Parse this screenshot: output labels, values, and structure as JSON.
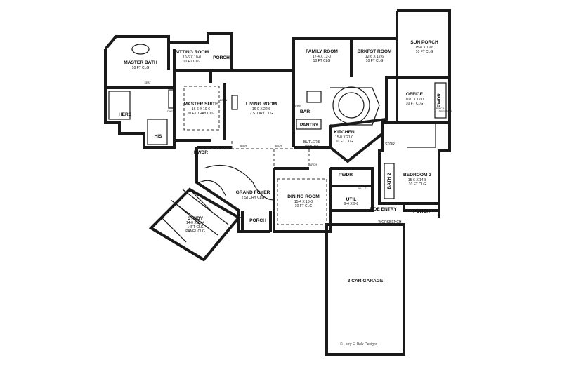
{
  "credit": "© Larry E. Belk Designs",
  "rooms": {
    "master_bath": {
      "name": "MASTER BATH",
      "d1": "10 FT CLG"
    },
    "sitting_room": {
      "name": "SITTING ROOM",
      "d1": "10-6 X 10-0",
      "d2": "10 FT CLG"
    },
    "porch_top": {
      "name": "PORCH"
    },
    "hers": {
      "name": "HERS"
    },
    "his": {
      "name": "HIS"
    },
    "master_suite": {
      "name": "MASTER SUITE",
      "d1": "16-6 X 19-6",
      "d2": "10 FT TRAY CLG"
    },
    "living_room": {
      "name": "LIVING ROOM",
      "d1": "16-0 X 22-6",
      "d2": "2 STORY CLG"
    },
    "family_room": {
      "name": "FAMILY ROOM",
      "d1": "17-4 X 12-0",
      "d2": "10 FT CLG"
    },
    "brkfst_room": {
      "name": "BRKFST ROOM",
      "d1": "12-6 X 12-6",
      "d2": "10 FT CLG"
    },
    "sun_porch": {
      "name": "SUN PORCH",
      "d1": "15-8 X 19-6",
      "d2": "10 FT CLG"
    },
    "office": {
      "name": "OFFICE",
      "d1": "10-0 X 12-0",
      "d2": "10 FT CLG"
    },
    "pwdr_office": {
      "name": "PWDR"
    },
    "bar": {
      "name": "BAR"
    },
    "pantry": {
      "name": "PANTRY"
    },
    "kitchen": {
      "name": "KITCHEN",
      "d1": "15-0 X 21-0",
      "d2": "10 FT CLG"
    },
    "butlers_pantry": {
      "name": "BUTLER'S",
      "d2": "PANTRY"
    },
    "stor": {
      "name": "STOR"
    },
    "pwdr_foyer": {
      "name": "PWDR"
    },
    "grand_foyer": {
      "name": "GRAND FOYER",
      "d1": "2 STORY CLG"
    },
    "study": {
      "name": "STUDY",
      "d1": "14-0 X 20-4",
      "d2": "14FT CLG",
      "d3": "PANEL CLG"
    },
    "porch_front": {
      "name": "PORCH"
    },
    "dining_room": {
      "name": "DINING ROOM",
      "d1": "15-4 X 18-0",
      "d2": "10 FT CLG"
    },
    "pwdr_util": {
      "name": "PWDR"
    },
    "util": {
      "name": "UTIL",
      "d1": "9-4 X 9-8"
    },
    "bath2": {
      "name": "BATH 2"
    },
    "bedroom2": {
      "name": "BEDROOM 2",
      "d1": "15-6 X 14-8",
      "d2": "10 FT CLG"
    },
    "side_entry": {
      "name": "SIDE ENTRY"
    },
    "porch_side": {
      "name": "PORCH"
    },
    "workbench": {
      "name": "WORKBENCH"
    },
    "garage": {
      "name": "3 CAR GARAGE"
    }
  },
  "labels": {
    "arch": "ARCH",
    "seat": "SEAT",
    "chest": "CHEST",
    "wine": "WINE",
    "linen": "LINEN",
    "dressing": "DRESSING",
    "bench": "BENCH",
    "w": "W",
    "d": "D"
  }
}
